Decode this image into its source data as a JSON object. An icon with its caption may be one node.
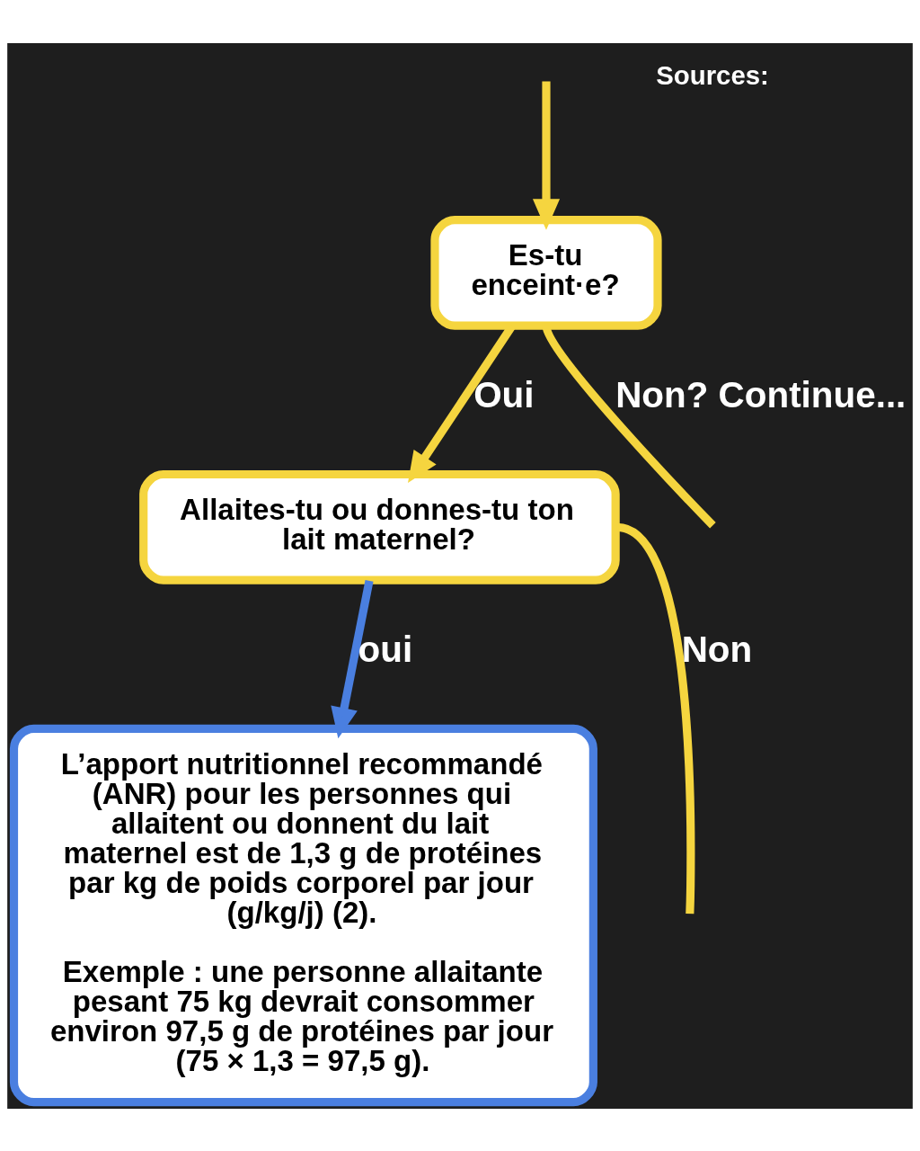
{
  "diagram": {
    "nodes": [
      {
        "text": [
          "Es-tu enceint·e?"
        ]
      },
      {
        "text": [
          "Allaites-tu ou donnes-tu ton lait maternel?"
        ]
      },
      {
        "text": [
          "L’apport nutritionnel recommandé (ANR) pour les personnes qui allaitent ou donnent du lait maternel est de 1,3 g de protéines par kg de poids corporel par jour (g/kg/j) (2).",
          "Exemple : une personne allaitante pesant 75 kg devrait consommer environ 97,5 g de protéines par jour (75 × 1,3 = 97,5 g)."
        ]
      }
    ],
    "edges": [
      {
        "from": 0,
        "to": 1,
        "arrow": "to",
        "label": "Oui"
      },
      {
        "from": 1,
        "to": 2,
        "arrow": "to",
        "label": "oui",
        "color": "#4a7fe0"
      },
      {
        "from": 1,
        "to": null,
        "arrow": "none",
        "label": "Non"
      },
      {
        "from": 0,
        "to": null,
        "arrow": "none",
        "label": "Non? Continue..."
      },
      {
        "from": null,
        "to": 0,
        "arrow": "to"
      }
    ],
    "labels": [
      "Sources:"
    ]
  }
}
